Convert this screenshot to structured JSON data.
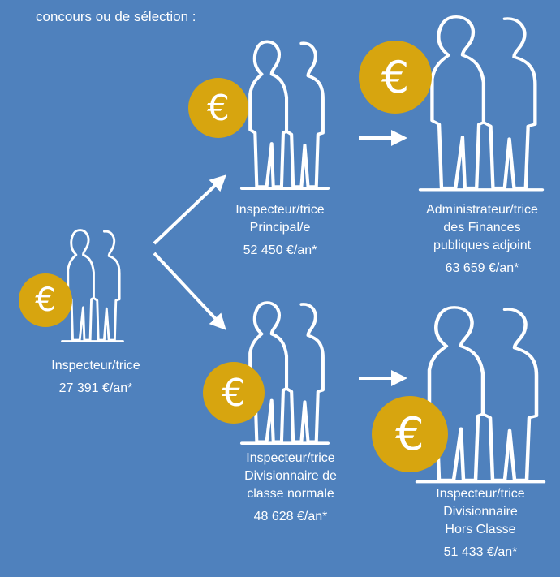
{
  "intro_text": "concours ou de sélection :",
  "currency_symbol": "€",
  "grades": {
    "base": {
      "title_lines": [
        "Inspecteur/trice"
      ],
      "salary": "27 391 €/an*"
    },
    "principal": {
      "title_lines": [
        "Inspecteur/trice",
        "Principal/e"
      ],
      "salary": "52 450 €/an*"
    },
    "administrateur": {
      "title_lines": [
        "Administrateur/trice",
        "des Finances",
        "publiques adjoint"
      ],
      "salary": "63 659 €/an*"
    },
    "divisionnaire_normale": {
      "title_lines": [
        "Inspecteur/trice",
        "Divisionnaire de",
        "classe normale"
      ],
      "salary": "48 628 €/an*"
    },
    "divisionnaire_hors_classe": {
      "title_lines": [
        "Inspecteur/trice",
        "Divisionnaire",
        "Hors Classe"
      ],
      "salary": "51 433 €/an*"
    }
  },
  "colors": {
    "background": "#4f81bd",
    "coin": "#d7a50f",
    "text": "#ffffff"
  }
}
